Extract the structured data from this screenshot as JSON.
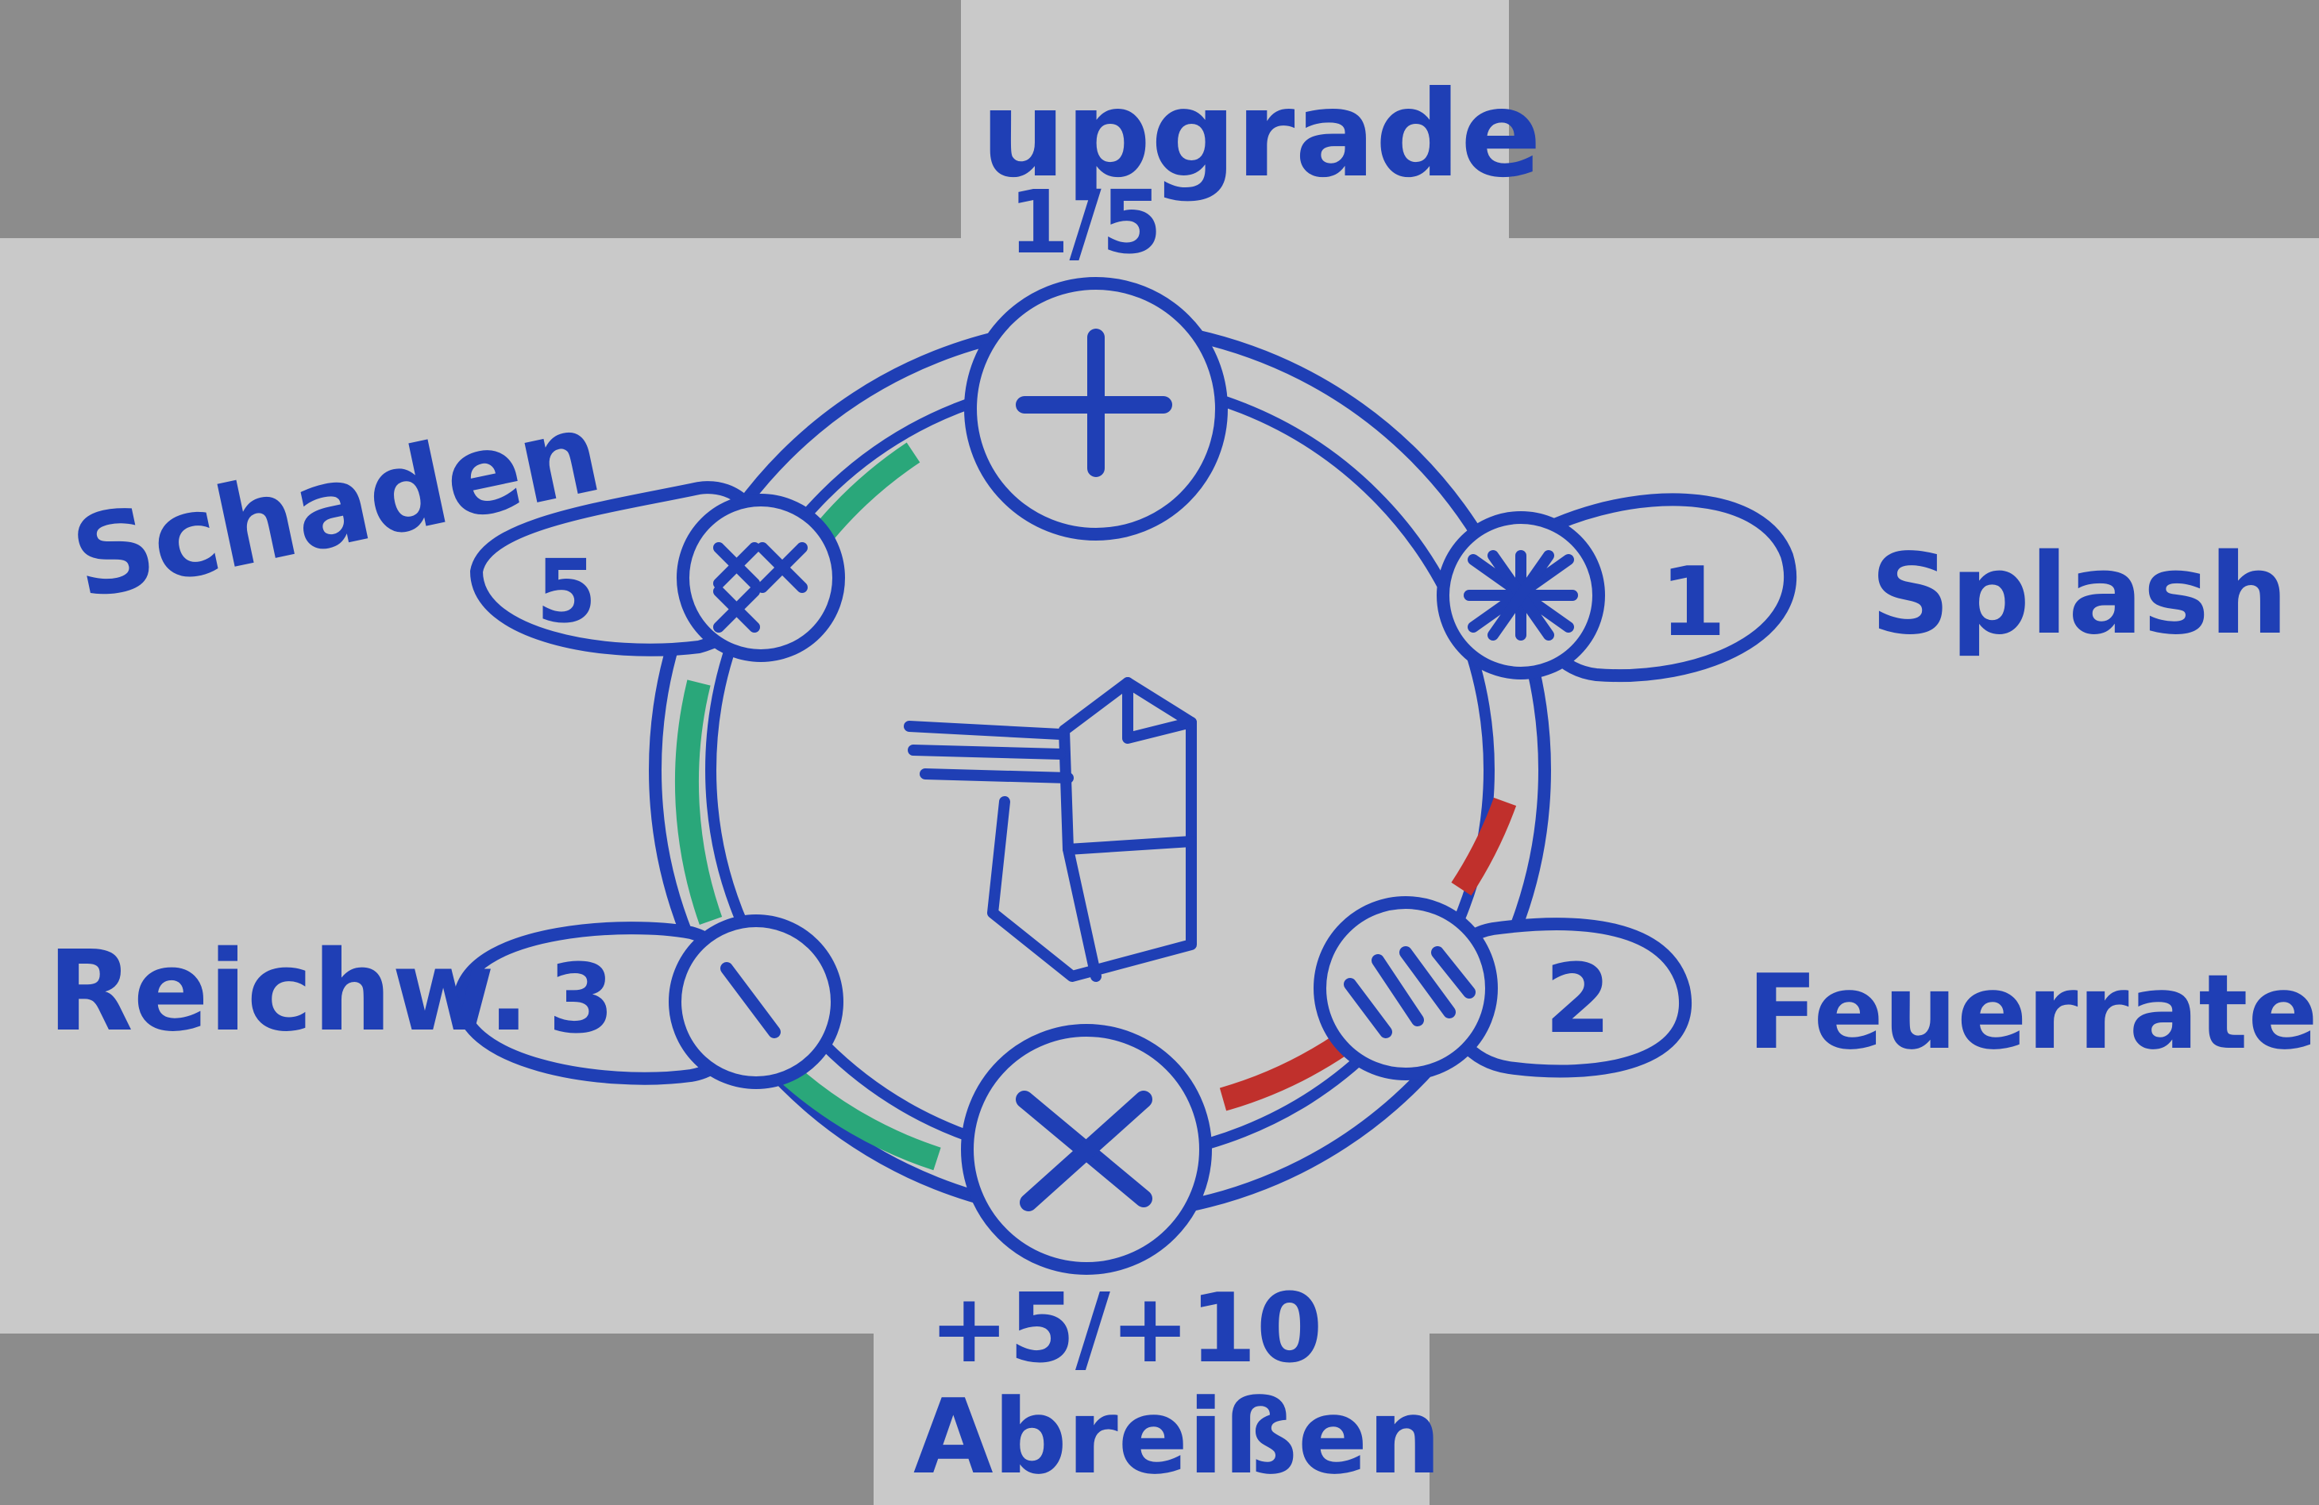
{
  "colors": {
    "background": "#8c8c8c",
    "whiteboard": "#c9c9c9",
    "ink_blue": "#1f3fb5",
    "fill_green": "#2aa77a",
    "fill_red": "#c0302c"
  },
  "top": {
    "title": "upgrade",
    "sub": "1/5",
    "icon": "plus-icon"
  },
  "bottom": {
    "value": "+5/+10",
    "title": "Abreißen",
    "icon": "cross-icon"
  },
  "slots": [
    {
      "id": "schaden",
      "label": "Schaden",
      "level": "5",
      "icon": "damage-icon"
    },
    {
      "id": "splash",
      "label": "Splash",
      "level": "1",
      "icon": "splash-icon"
    },
    {
      "id": "reichw",
      "label": "Reichw.",
      "level": "3",
      "icon": "range-icon"
    },
    {
      "id": "feuerrate",
      "label": "Feuerrate",
      "level": "2",
      "icon": "firerate-icon"
    }
  ],
  "center": {
    "icon": "tower-icon"
  }
}
